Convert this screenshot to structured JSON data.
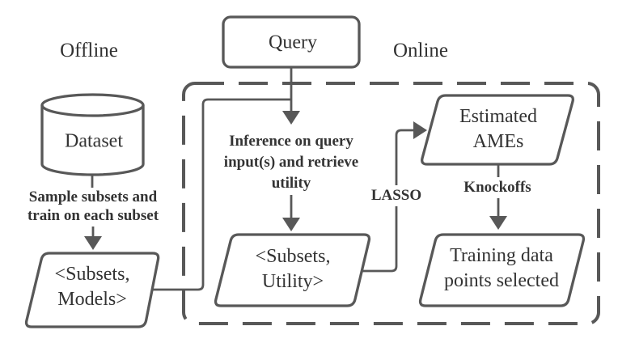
{
  "diagram": {
    "sections": {
      "offline": "Offline",
      "online": "Online"
    },
    "nodes": {
      "query": {
        "label": "Query"
      },
      "dataset": {
        "label": "Dataset"
      },
      "subsets_models": {
        "line1": "<Subsets,",
        "line2": "Models>"
      },
      "subsets_utility": {
        "line1": "<Subsets,",
        "line2": "Utility>"
      },
      "estimated_ames": {
        "line1": "Estimated",
        "line2": "AMEs"
      },
      "training_points": {
        "line1": "Training data",
        "line2": "points selected"
      }
    },
    "edge_labels": {
      "sample_subsets": {
        "line1": "Sample subsets and",
        "line2": "train on each subset"
      },
      "inference": {
        "line1": "Inference on query",
        "line2": "input(s) and retrieve",
        "line3": "utility"
      },
      "lasso": "LASSO",
      "knockoffs": "Knockoffs"
    },
    "colors": {
      "stroke": "#585858",
      "text": "#333333",
      "background": "#ffffff"
    }
  }
}
